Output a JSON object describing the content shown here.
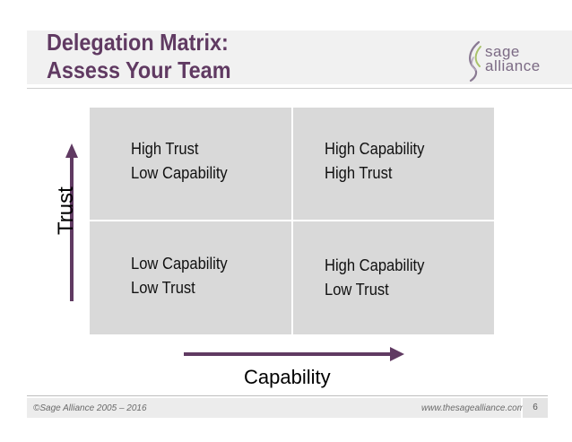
{
  "slide": {
    "title_line1": "Delegation Matrix:",
    "title_line2": "Assess Your Team"
  },
  "logo": {
    "line1": "sage",
    "line2": "alliance",
    "icon": "leaf-swirl-icon",
    "color": "#7b6a84"
  },
  "matrix": {
    "top_left": [
      "High Trust",
      "Low Capability"
    ],
    "top_right": [
      "High Capability",
      "High Trust"
    ],
    "bottom_left": [
      "Low Capability",
      "Low Trust"
    ],
    "bottom_right": [
      "High Capability",
      "Low Trust"
    ],
    "cell_color": "#d9d9d9"
  },
  "axes": {
    "y_label": "Trust",
    "x_label": "Capability",
    "arrow_color": "#603a62"
  },
  "footer": {
    "copyright": "©Sage Alliance 2005 – 2016",
    "website": "www.thesagealliance.com",
    "page_number": "6"
  },
  "colors": {
    "title": "#603a62",
    "band": "#f1f1f1"
  }
}
